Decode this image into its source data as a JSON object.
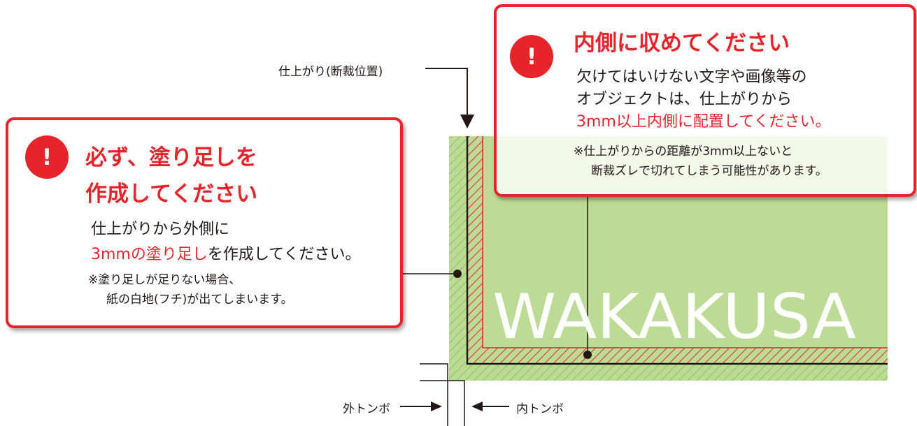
{
  "colors": {
    "alert_red": "#e8242b",
    "bleed_green": "#bcdb94",
    "text": "#231815",
    "bleed_hatch": "#8cc063",
    "safe_hatch": "#e8242b"
  },
  "trim_label": "仕上がり(断裁位置)",
  "artwork_text": "WAKAKUSA",
  "tombo": {
    "outer_label": "外トンボ",
    "inner_label": "内トンボ"
  },
  "left_box": {
    "icon": "exclamation-icon",
    "icon_glyph": "!",
    "heading_line1": "必ず、塗り足しを",
    "heading_line2": "作成してください",
    "body_line1": "仕上がりから外側に",
    "body_line2_red": "3mmの塗り足し",
    "body_line2_rest": "を作成してください。",
    "note_line1": "※塗り足しが足りない場合、",
    "note_line2": "紙の白地(フチ)が出てしまいます。"
  },
  "right_box": {
    "icon": "exclamation-icon",
    "icon_glyph": "!",
    "heading": "内側に収めてください",
    "body_line1": "欠けてはいけない文字や画像等の",
    "body_line2": "オブジェクトは、仕上がりから",
    "body_line3_red": "3mm以上内側に配置してください。",
    "note_line1": "※仕上がりからの距離が3mm以上ないと",
    "note_line2": "断裁ズレで切れてしまう可能性があります。"
  }
}
